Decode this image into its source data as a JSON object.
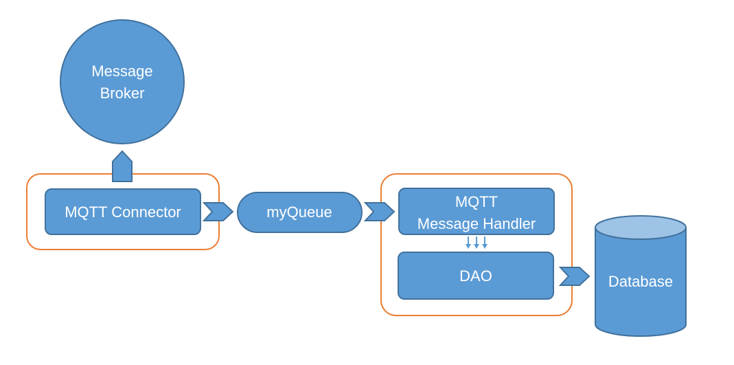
{
  "colors": {
    "node_fill": "#5B9BD5",
    "node_stroke": "#41719C",
    "database_top": "#9DC3E6",
    "group_border": "#ED7D31",
    "label": "#FFFFFF"
  },
  "nodes": {
    "message_broker": {
      "line1": "Message",
      "line2": "Broker"
    },
    "mqtt_connector": {
      "label": "MQTT Connector"
    },
    "my_queue": {
      "label": "myQueue"
    },
    "mqtt_message_handler": {
      "line1": "MQTT",
      "line2": "Message Handler"
    },
    "dao": {
      "label": "DAO"
    },
    "database": {
      "label": "Database"
    }
  },
  "icons": {
    "up_arrow": "up-arrow-icon",
    "chevron": "chevron-right-icon",
    "down_arrows": "down-arrows-icon"
  }
}
